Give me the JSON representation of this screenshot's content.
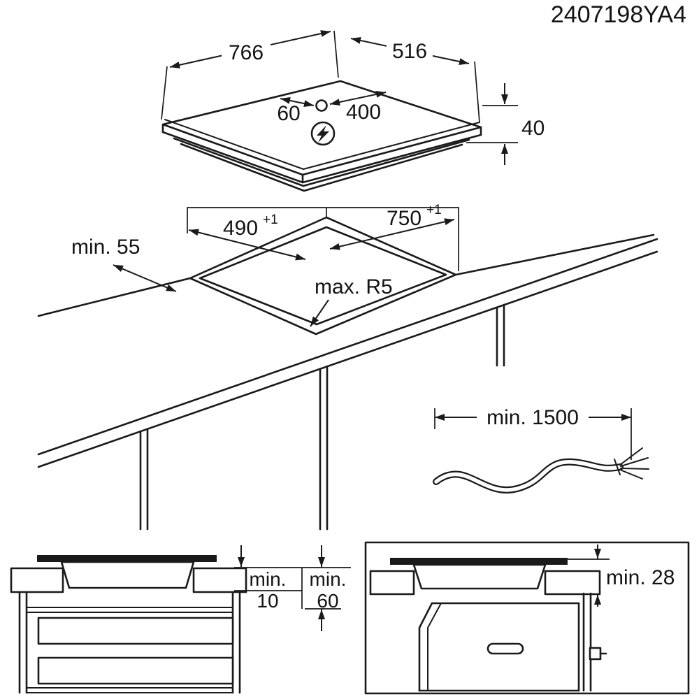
{
  "doc_number": "2407198YA4",
  "hob": {
    "width": "766",
    "depth": "516",
    "thickness": "40",
    "cable_offset_left": "60",
    "cable_offset_right": "400"
  },
  "cutout": {
    "depth": "490",
    "depth_tolerance": "+1",
    "width": "750",
    "width_tolerance": "+1",
    "rear_clearance": "min. 55",
    "corner_radius": "max. R5"
  },
  "cable": {
    "min_length": "min. 1500"
  },
  "clearances": {
    "drawer_col1_label": "min.",
    "drawer_col1_value": "10",
    "drawer_col2_label": "min.",
    "drawer_col2_value": "60",
    "oven": "min. 28"
  }
}
